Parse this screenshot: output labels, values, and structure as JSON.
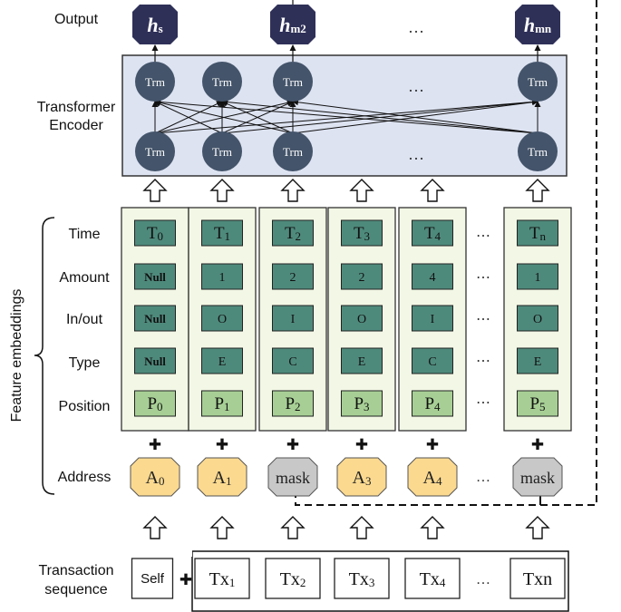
{
  "row_labels": {
    "output": "Output",
    "transformer_line1": "Transformer",
    "transformer_line2": "Encoder",
    "time": "Time",
    "amount": "Amount",
    "inout": "In/out",
    "type": "Type",
    "position": "Position",
    "address": "Address",
    "txseq_line1": "Transaction",
    "txseq_line2": "sequence",
    "feature_embeddings": "Feature embeddings"
  },
  "outputs": [
    {
      "base": "h",
      "sub": "s"
    },
    {
      "base": "h",
      "sub": "m2"
    },
    {
      "base": "h",
      "sub": "mn"
    }
  ],
  "trm_label": "Trm",
  "ellipsis": "…",
  "ellipsis_v": "⋯",
  "plus": "✚",
  "columns": [
    {
      "time": {
        "base": "T",
        "sub": "0"
      },
      "amount": "Null",
      "inout": "Null",
      "type": "Null",
      "position": {
        "base": "P",
        "sub": "0"
      },
      "address": {
        "base": "A",
        "sub": "0"
      }
    },
    {
      "time": {
        "base": "T",
        "sub": "1"
      },
      "amount": "1",
      "inout": "O",
      "type": "E",
      "position": {
        "base": "P",
        "sub": "1"
      },
      "address": {
        "base": "A",
        "sub": "1"
      }
    },
    {
      "time": {
        "base": "T",
        "sub": "2"
      },
      "amount": "2",
      "inout": "I",
      "type": "C",
      "position": {
        "base": "P",
        "sub": "2"
      },
      "address": {
        "base": "mask",
        "sub": ""
      }
    },
    {
      "time": {
        "base": "T",
        "sub": "3"
      },
      "amount": "2",
      "inout": "O",
      "type": "E",
      "position": {
        "base": "P",
        "sub": "3"
      },
      "address": {
        "base": "A",
        "sub": "3"
      }
    },
    {
      "time": {
        "base": "T",
        "sub": "4"
      },
      "amount": "4",
      "inout": "I",
      "type": "C",
      "position": {
        "base": "P",
        "sub": "4"
      },
      "address": {
        "base": "A",
        "sub": "4"
      }
    },
    {
      "time": {
        "base": "T",
        "sub": "n"
      },
      "amount": "1",
      "inout": "O",
      "type": "E",
      "position": {
        "base": "P",
        "sub": "5"
      },
      "address": {
        "base": "mask",
        "sub": ""
      }
    }
  ],
  "transactions": [
    {
      "base": "Self",
      "sub": ""
    },
    {
      "base": "Tx",
      "sub": "1"
    },
    {
      "base": "Tx",
      "sub": "2"
    },
    {
      "base": "Tx",
      "sub": "3"
    },
    {
      "base": "Tx",
      "sub": "4"
    },
    {
      "base": "Txn",
      "sub": ""
    }
  ],
  "colors": {
    "encoder_bg": "#dde3f1",
    "trm_circle": "#44546a",
    "output_box": "#2f3058",
    "column_bg": "#f2f8e5",
    "column_border": "#6b8e23",
    "feature_cell": "#4e8a7c",
    "position_cell": "#a7cf95",
    "address_fill": "#fbd98f",
    "mask_fill": "#c8c8c8"
  }
}
